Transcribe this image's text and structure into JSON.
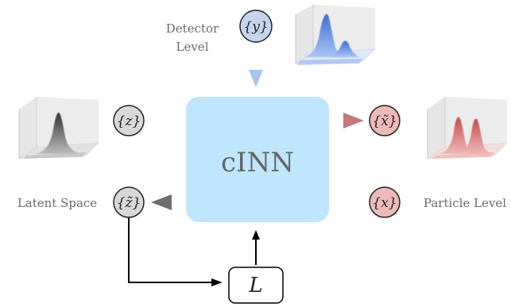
{
  "labels": {
    "detector_level_line1": "Detector",
    "detector_level_line2": "Level",
    "latent_space": "Latent Space",
    "particle_level": "Particle Level",
    "network": "cINN",
    "loss": "L"
  },
  "nodes": {
    "y": "{y}",
    "z": "{z}",
    "z_tilde": "{z̃}",
    "x": "{x}",
    "x_tilde": "{x̃}"
  },
  "colors": {
    "network_box": "#bfe6fc",
    "node_y_fill": "#c6d4ef",
    "node_z_fill": "#d8d8d8",
    "node_x_fill": "#eeb9b9",
    "arrow_gray": "#6e6e6e",
    "arrow_red": "#c27a7a",
    "arrow_blue": "#7fa8dd",
    "dist_blue": "#4f7fd6",
    "dist_gray": "#555555",
    "dist_red": "#d46a6a"
  },
  "icons": {
    "detector_plot": "blue-density-3d-plot",
    "latent_plot": "gray-density-3d-plot",
    "particle_plot": "red-density-3d-plot"
  }
}
